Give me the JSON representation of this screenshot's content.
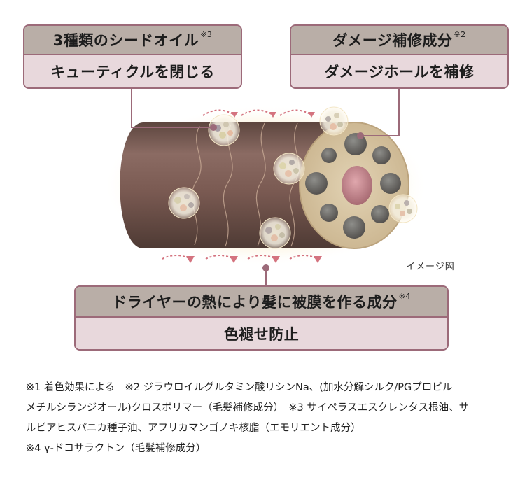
{
  "callouts": {
    "seed_oil": {
      "title": "3種類のシードオイル",
      "title_note": "※3",
      "effect": "キューティクルを閉じる"
    },
    "damage_repair": {
      "title": "ダメージ補修成分",
      "title_note": "※2",
      "effect": "ダメージホールを補修"
    },
    "dryer_heat": {
      "title": "ドライヤーの熱により髪に被膜を作る成分",
      "title_note": "※4",
      "effect": "色褪せ防止"
    }
  },
  "image_note": "イメージ図",
  "footnotes": [
    "※1 着色効果による　※2 ジラウロイルグルタミン酸リシンNa、(加水分解シルク/PGプロピル",
    "メチルシランジオール)クロスポリマー（毛髪補修成分）　※3 サイペラスエスクレンタス根油、サ",
    "ルビアヒスパニカ種子油、アフリカマンゴノキ核脂（エモリエント成分）",
    "※4 γ-ドコサラクトン（毛髪補修成分）"
  ],
  "colors": {
    "callout_border": "#9c6a79",
    "callout_head": "#b9aea7",
    "callout_body": "#e8d8dc",
    "hair_shaft": "#7a5a52",
    "hair_core": "#c99aa0",
    "glow": "#fbf3de",
    "arrow": "#d4737f"
  }
}
